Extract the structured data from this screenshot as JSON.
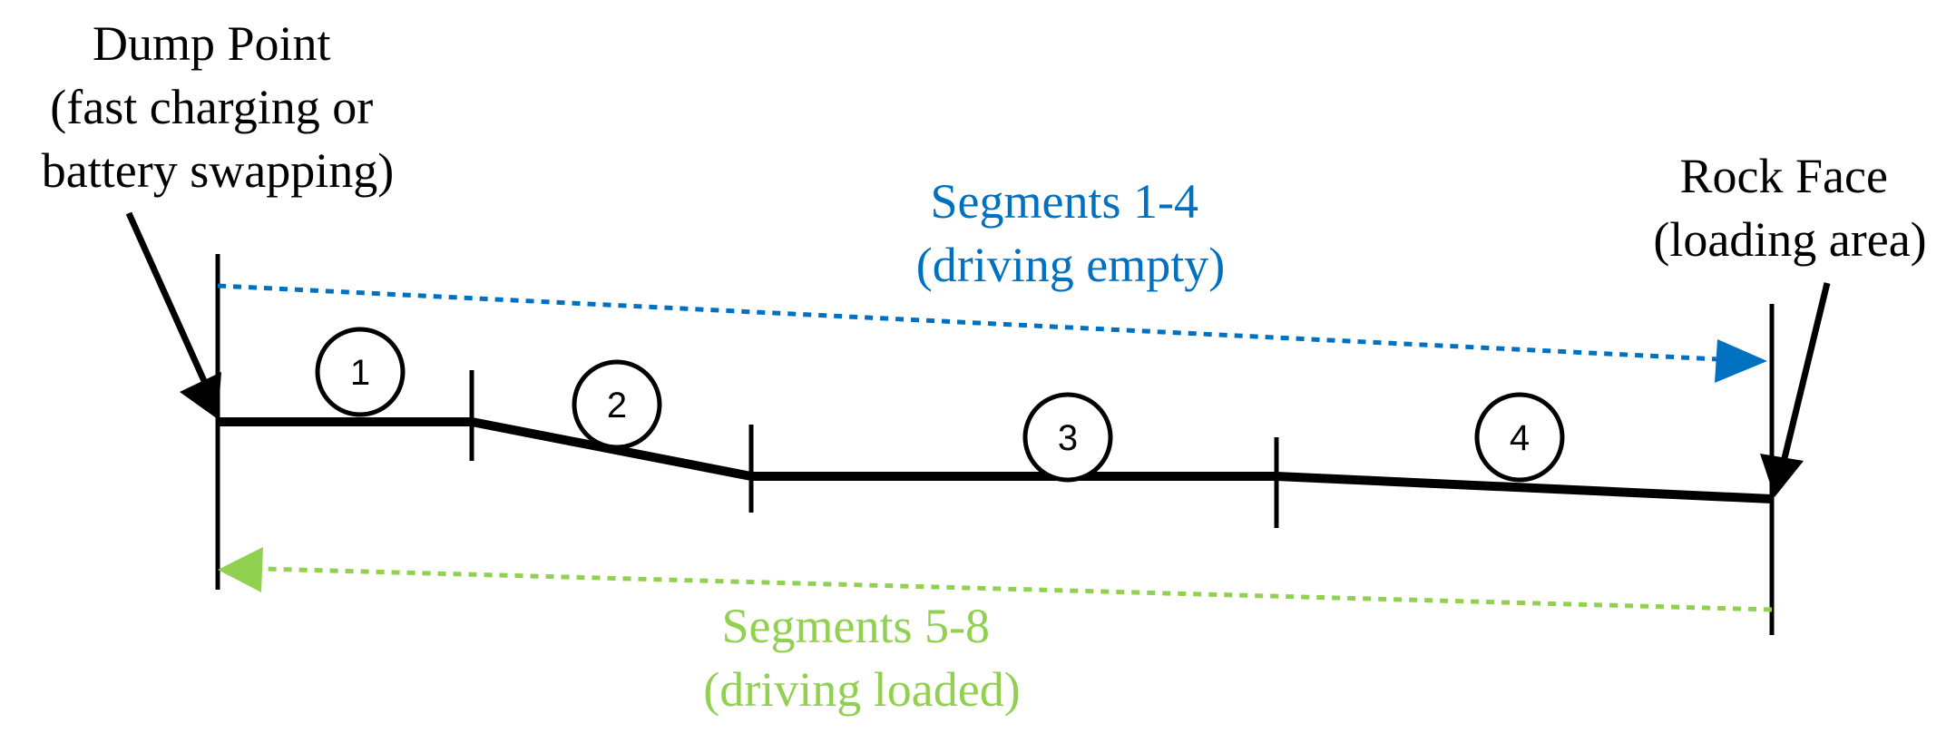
{
  "dump_point": {
    "lines": [
      "Dump Point",
      "(fast charging or",
      "battery swapping)"
    ]
  },
  "rock_face": {
    "lines": [
      "Rock Face",
      "(loading area)"
    ]
  },
  "empty_route": {
    "lines": [
      "Segments 1-4",
      "(driving empty)"
    ],
    "color": "#0070C0"
  },
  "loaded_route": {
    "lines": [
      "Segments 5-8",
      "(driving loaded)"
    ],
    "color": "#92D050"
  },
  "segments": [
    {
      "number": "1"
    },
    {
      "number": "2"
    },
    {
      "number": "3"
    },
    {
      "number": "4"
    }
  ],
  "colors": {
    "road": "#000000",
    "background": "#ffffff"
  }
}
